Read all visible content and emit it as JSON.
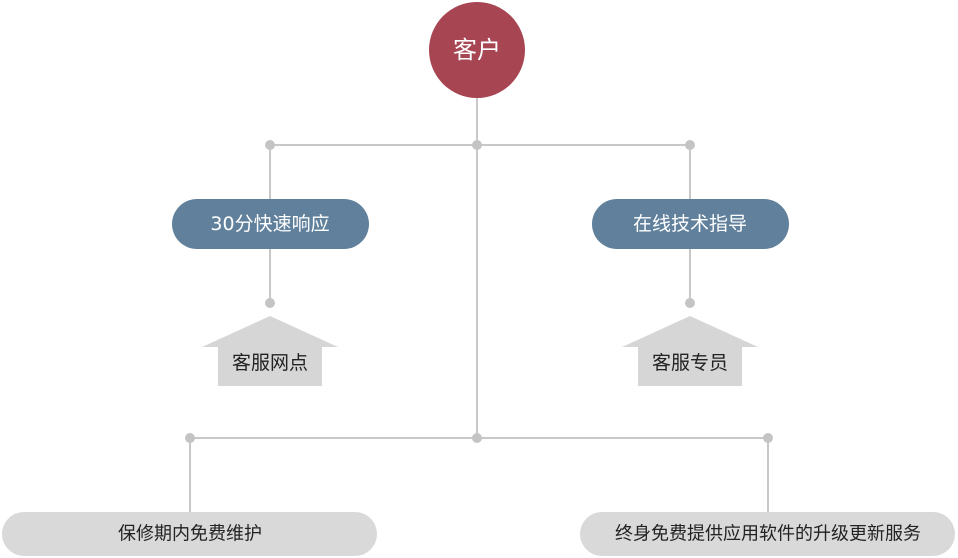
{
  "colors": {
    "root_fill": "#a84552",
    "pill_fill": "#60809c",
    "house_fill": "#d6d6d6",
    "bottom_fill": "#d9d9d9",
    "line": "#c8c8c8",
    "dot": "#c4c4c4"
  },
  "nodes": {
    "root": "客户",
    "response": "30分快速响应",
    "guidance": "在线技术指导",
    "outlet": "客服网点",
    "specialist": "客服专员",
    "warranty": "保修期内免费维护",
    "lifetime": "终身免费提供应用软件的升级更新服务"
  }
}
